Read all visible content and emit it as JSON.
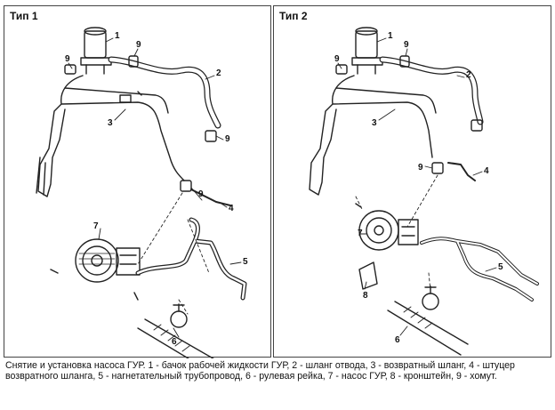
{
  "panels": [
    {
      "title": "Тип 1"
    },
    {
      "title": "Тип 2"
    }
  ],
  "callouts": {
    "p1": [
      "1",
      "9",
      "9",
      "2",
      "3",
      "9",
      "9",
      "4",
      "7",
      "5",
      "6"
    ],
    "p2": [
      "1",
      "9",
      "9",
      "2",
      "3",
      "9",
      "4",
      "7",
      "5",
      "8",
      "6"
    ]
  },
  "caption": "Снятие и установка насоса ГУР. 1 - бачок рабочей жидкости ГУР, 2 - шланг отвода, 3 - возвратный шланг, 4 - штуцер возвратного шланга, 5 - нагнетательный трубопровод, 6 - рулевая рейка, 7 - насос ГУР, 8 - кронштейн, 9 - хомут."
}
